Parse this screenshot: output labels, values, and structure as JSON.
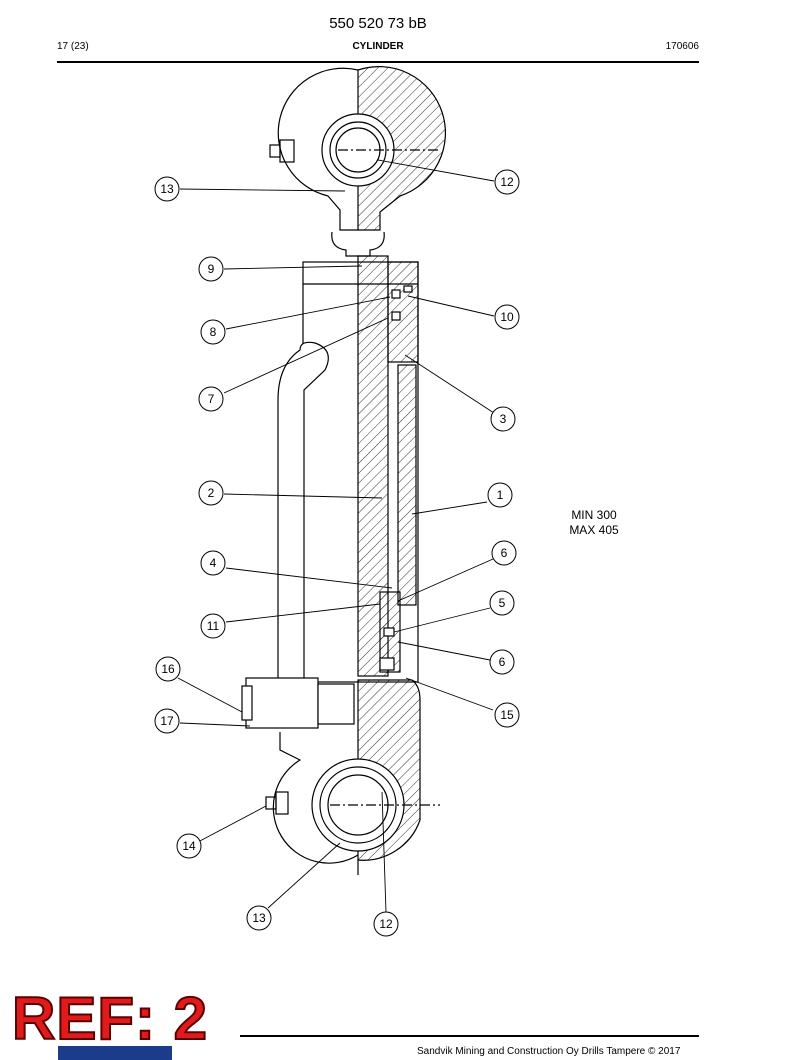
{
  "header": {
    "doc_number": "550 520 73 bB",
    "page": "17 (23)",
    "section_title": "CYLINDER",
    "date": "170606"
  },
  "dimensions": {
    "min": "MIN 300",
    "max": "MAX 405"
  },
  "callouts": [
    {
      "id": "c13a",
      "label": "13"
    },
    {
      "id": "c12a",
      "label": "12"
    },
    {
      "id": "c9",
      "label": "9"
    },
    {
      "id": "c8",
      "label": "8"
    },
    {
      "id": "c10",
      "label": "10"
    },
    {
      "id": "c7",
      "label": "7"
    },
    {
      "id": "c3",
      "label": "3"
    },
    {
      "id": "c2",
      "label": "2"
    },
    {
      "id": "c1",
      "label": "1"
    },
    {
      "id": "c6a",
      "label": "6"
    },
    {
      "id": "c4",
      "label": "4"
    },
    {
      "id": "c5",
      "label": "5"
    },
    {
      "id": "c11",
      "label": "11"
    },
    {
      "id": "c6b",
      "label": "6"
    },
    {
      "id": "c16",
      "label": "16"
    },
    {
      "id": "c15",
      "label": "15"
    },
    {
      "id": "c17",
      "label": "17"
    },
    {
      "id": "c14",
      "label": "14"
    },
    {
      "id": "c13b",
      "label": "13"
    },
    {
      "id": "c12b",
      "label": "12"
    }
  ],
  "stamp": {
    "text": "REF: 2",
    "color": "#e11b1b"
  },
  "footer": {
    "copyright": "Sandvik Mining and Construction Oy Drills Tampere © 2017"
  }
}
